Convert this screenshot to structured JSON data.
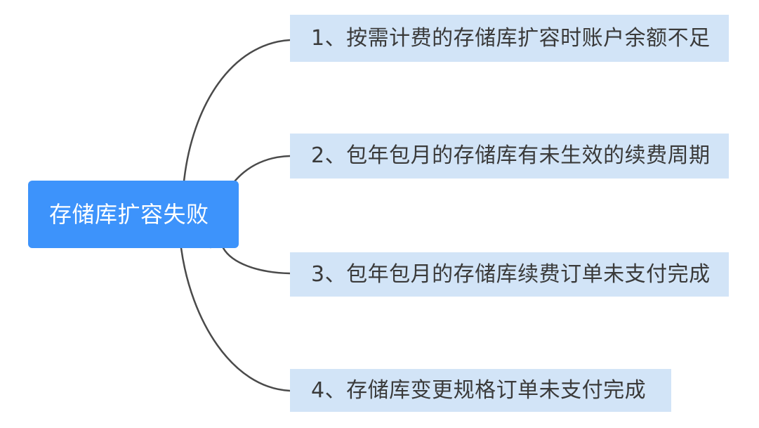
{
  "diagram": {
    "type": "mind-map",
    "orientation": "left-to-right",
    "background_color": "#ffffff",
    "root": {
      "label": "存储库扩容失败",
      "fill_color": "#3d93fb",
      "text_color": "#ffffff"
    },
    "branch": {
      "line_color": "#4a4a4a",
      "line_width": 2.5
    },
    "children": [
      {
        "index": "1",
        "label": "1、按需计费的存储库扩容时账户余额不足",
        "fill_color": "#d2e4f7",
        "text_color": "#3a3a3a"
      },
      {
        "index": "2",
        "label": "2、包年包月的存储库有未生效的续费周期",
        "fill_color": "#d2e4f7",
        "text_color": "#3a3a3a"
      },
      {
        "index": "3",
        "label": "3、包年包月的存储库续费订单未支付完成",
        "fill_color": "#d2e4f7",
        "text_color": "#3a3a3a"
      },
      {
        "index": "4",
        "label": "4、存储库变更规格订单未支付完成",
        "fill_color": "#d2e4f7",
        "text_color": "#3a3a3a"
      }
    ]
  }
}
